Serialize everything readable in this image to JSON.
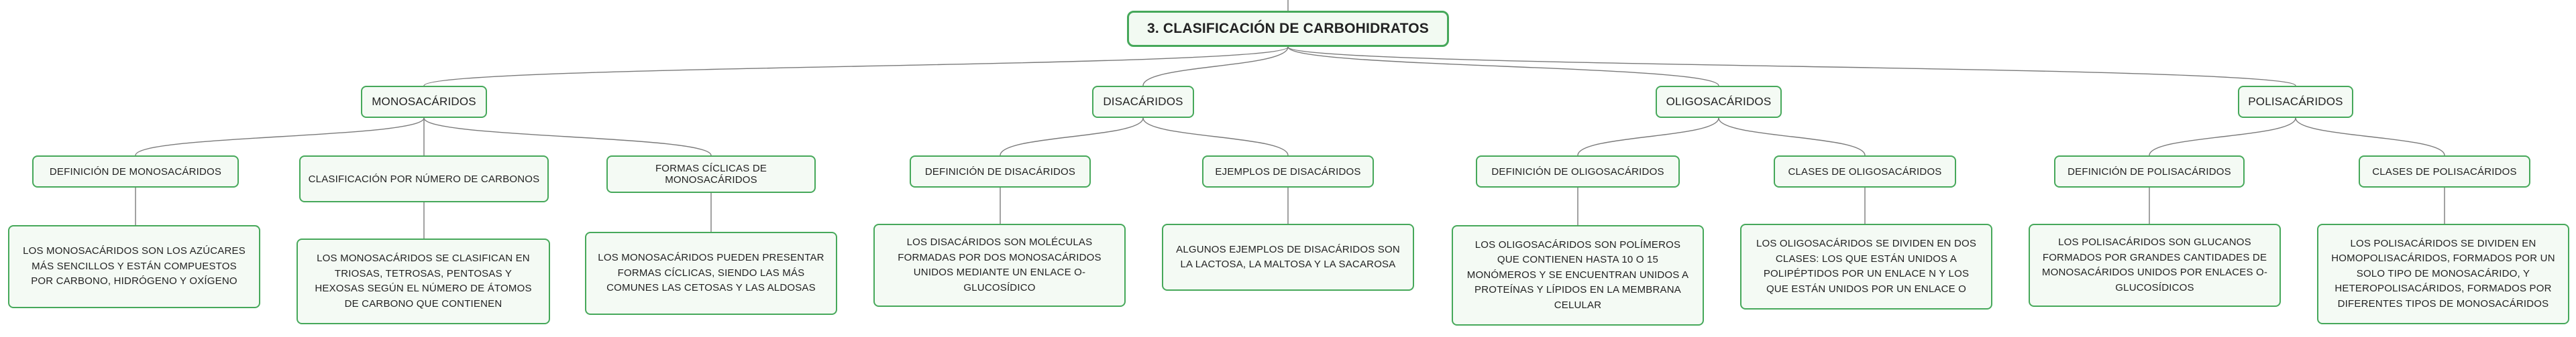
{
  "root": "3. CLASIFICACIÓN DE CARBOHIDRATOS",
  "categories": [
    {
      "label": "MONOSACÁRIDOS",
      "children": [
        {
          "label": "DEFINICIÓN DE MONOSACÁRIDOS",
          "detail": "LOS MONOSACÁRIDOS SON LOS AZÚCARES MÁS SENCILLOS Y ESTÁN COMPUESTOS POR CARBONO, HIDRÓGENO Y OXÍGENO"
        },
        {
          "label": "CLASIFICACIÓN POR NÚMERO DE CARBONOS",
          "detail": "LOS MONOSACÁRIDOS SE CLASIFICAN EN TRIOSAS, TETROSAS, PENTOSAS Y HEXOSAS SEGÚN EL NÚMERO DE ÁTOMOS DE CARBONO QUE CONTIENEN"
        },
        {
          "label": "FORMAS CÍCLICAS DE MONOSACÁRIDOS",
          "detail": "LOS MONOSACÁRIDOS PUEDEN PRESENTAR FORMAS CÍCLICAS, SIENDO LAS MÁS COMUNES LAS CETOSAS Y LAS ALDOSAS"
        }
      ]
    },
    {
      "label": "DISACÁRIDOS",
      "children": [
        {
          "label": "DEFINICIÓN DE DISACÁRIDOS",
          "detail": "LOS DISACÁRIDOS SON MOLÉCULAS FORMADAS POR DOS MONOSACÁRIDOS UNIDOS MEDIANTE UN ENLACE O-GLUCOSÍDICO"
        },
        {
          "label": "EJEMPLOS DE DISACÁRIDOS",
          "detail": "ALGUNOS EJEMPLOS DE DISACÁRIDOS SON LA LACTOSA, LA MALTOSA Y LA SACAROSA"
        }
      ]
    },
    {
      "label": "OLIGOSACÁRIDOS",
      "children": [
        {
          "label": "DEFINICIÓN DE OLIGOSACÁRIDOS",
          "detail": "LOS OLIGOSACÁRIDOS SON POLÍMEROS QUE CONTIENEN HASTA 10 O 15 MONÓMEROS Y SE ENCUENTRAN UNIDOS A PROTEÍNAS Y LÍPIDOS EN LA MEMBRANA CELULAR"
        },
        {
          "label": "CLASES DE OLIGOSACÁRIDOS",
          "detail": "LOS OLIGOSACÁRIDOS SE DIVIDEN EN DOS CLASES: LOS QUE ESTÁN UNIDOS A POLIPÉPTIDOS POR UN ENLACE N Y LOS QUE ESTÁN UNIDOS POR UN ENLACE O"
        }
      ]
    },
    {
      "label": "POLISACÁRIDOS",
      "children": [
        {
          "label": "DEFINICIÓN DE POLISACÁRIDOS",
          "detail": "LOS POLISACÁRIDOS SON GLUCANOS FORMADOS POR GRANDES CANTIDADES DE MONOSACÁRIDOS UNIDOS POR ENLACES O-GLUCOSÍDICOS"
        },
        {
          "label": "CLASES DE POLISACÁRIDOS",
          "detail": "LOS POLISACÁRIDOS SE DIVIDEN EN HOMOPOLISACÁRIDOS, FORMADOS POR UN SOLO TIPO DE MONOSACÁRIDO, Y HETEROPOLISACÁRIDOS, FORMADOS POR DIFERENTES TIPOS DE MONOSACÁRIDOS"
        }
      ]
    }
  ]
}
